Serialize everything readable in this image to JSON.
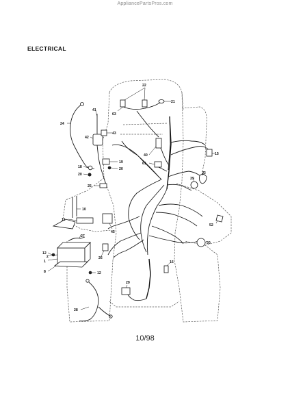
{
  "watermark": "AppliancePartsPros.com",
  "section_title": "ELECTRICAL",
  "page_number": "10/98",
  "callouts": [
    {
      "id": "c22",
      "label": "22"
    },
    {
      "id": "c21",
      "label": "21"
    },
    {
      "id": "c63",
      "label": "63"
    },
    {
      "id": "c41",
      "label": "41"
    },
    {
      "id": "c24",
      "label": "24"
    },
    {
      "id": "c43",
      "label": "43"
    },
    {
      "id": "c42",
      "label": "42"
    },
    {
      "id": "c40",
      "label": "40"
    },
    {
      "id": "c15a",
      "label": "15"
    },
    {
      "id": "c61",
      "label": "61"
    },
    {
      "id": "c19",
      "label": "19"
    },
    {
      "id": "c18",
      "label": "18"
    },
    {
      "id": "c20a",
      "label": "20"
    },
    {
      "id": "c20b",
      "label": "20"
    },
    {
      "id": "c23",
      "label": "23"
    },
    {
      "id": "c39",
      "label": "39"
    },
    {
      "id": "c25",
      "label": "25"
    },
    {
      "id": "c10",
      "label": "10"
    },
    {
      "id": "c11",
      "label": "11"
    },
    {
      "id": "c52",
      "label": "52"
    },
    {
      "id": "c45",
      "label": "45"
    },
    {
      "id": "c27",
      "label": "27"
    },
    {
      "id": "c12a",
      "label": "12"
    },
    {
      "id": "c2",
      "label": "2"
    },
    {
      "id": "c1",
      "label": "1"
    },
    {
      "id": "c8",
      "label": "8"
    },
    {
      "id": "c26",
      "label": "26"
    },
    {
      "id": "c50",
      "label": "50"
    },
    {
      "id": "c16",
      "label": "16"
    },
    {
      "id": "c12b",
      "label": "12"
    },
    {
      "id": "c29",
      "label": "29"
    },
    {
      "id": "c28",
      "label": "28"
    }
  ]
}
